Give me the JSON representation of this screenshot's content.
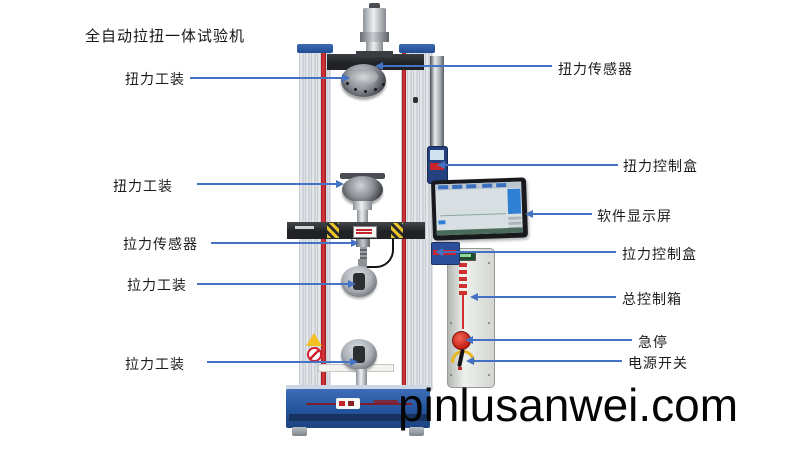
{
  "title": "全自动拉扭一体试验机",
  "watermark": "pinlusanwei.com",
  "callouts": {
    "left": [
      {
        "label": "扭力工装"
      },
      {
        "label": "扭力工装"
      },
      {
        "label": "拉力传感器"
      },
      {
        "label": "拉力工装"
      },
      {
        "label": "拉力工装"
      }
    ],
    "right": [
      {
        "label": "扭力传感器"
      },
      {
        "label": "扭力控制盒"
      },
      {
        "label": "软件显示屏"
      },
      {
        "label": "拉力控制盒"
      },
      {
        "label": "总控制箱"
      },
      {
        "label": "急停"
      },
      {
        "label": "电源开关"
      }
    ]
  },
  "colors": {
    "callout_line": "#4472c4",
    "label_text": "#1c1c1c",
    "machine_frame_blue": "#2a5ca8",
    "column_red_stripe": "#c32a30",
    "base_blue": "#2a5caa",
    "estop_red": "#d42318",
    "power_switch_yellow": "#e3b71f",
    "watermark_text": "#050505"
  }
}
